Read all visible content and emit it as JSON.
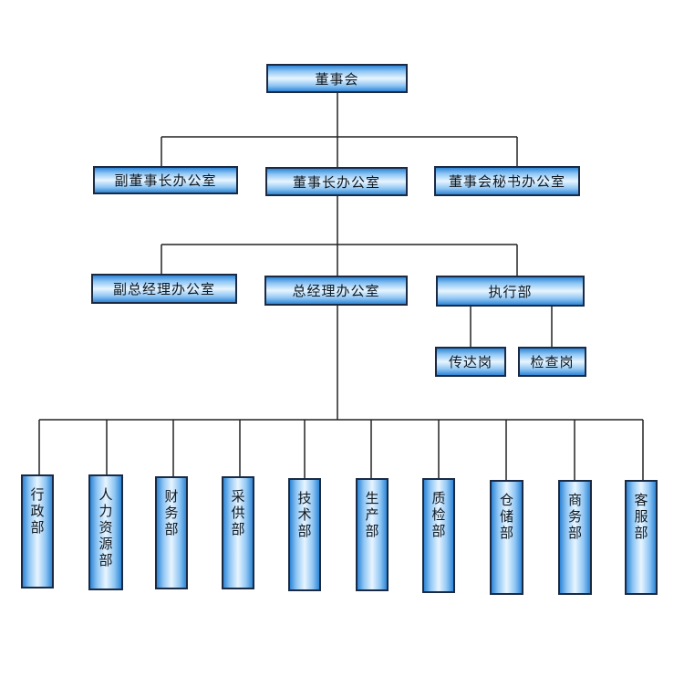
{
  "chart": {
    "board": "董事会",
    "vice_chairman_office": "副董事长办公室",
    "chairman_office": "董事长办公室",
    "board_secretary_office": "董事会秘书办公室",
    "deputy_gm_office": "副总经理办公室",
    "gm_office": "总经理办公室",
    "execution_dept": "执行部",
    "reception_post": "传达岗",
    "inspection_post": "检查岗",
    "departments": [
      "行政部",
      "人力资源部",
      "财务部",
      "采供部",
      "技术部",
      "生产部",
      "质检部",
      "仓储部",
      "商务部",
      "客服部"
    ]
  },
  "colors": {
    "line": "#222222",
    "border": "#1a2a44",
    "fill_dark": "#2f86d6",
    "fill_light": "#e8f5ff"
  }
}
